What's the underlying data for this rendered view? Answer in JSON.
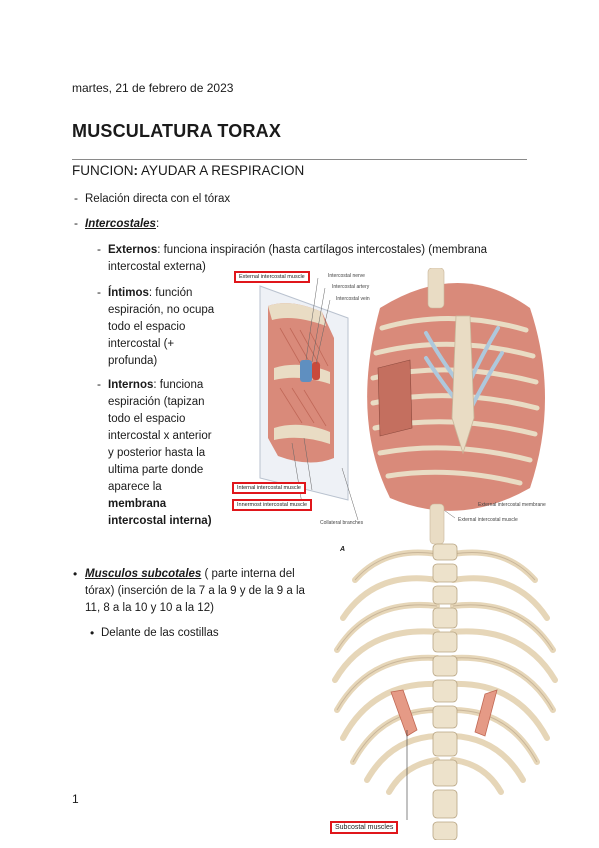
{
  "date": "martes, 21 de febrero de 2023",
  "title": "MUSCULATURA TORAX",
  "subtitle": {
    "prefix": "FUNCION",
    "colon": ":",
    "rest": " AYUDAR A RESPIRACION"
  },
  "bullets": {
    "relacion": "Relación directa con el tórax",
    "intercostales_title": "Intercostales",
    "intercostales_colon": ":",
    "externos_title": "Externos",
    "externos_text_1": ": funciona inspiración (hasta cartílagos intercostales) (membrana",
    "externos_text_2": "intercostal externa)",
    "intimos_title": "Íntimos",
    "intimos_lines": [
      ": función",
      "espiración, no ocupa",
      "todo el espacio",
      "intercostal (+",
      "profunda)"
    ],
    "internos_title": "Internos",
    "internos_lines": [
      ": funciona",
      "espiración (tapizan",
      "todo el espacio",
      "intercostal x anterior",
      "y posterior hasta la",
      "ultima parte donde",
      "aparece la"
    ],
    "internos_bold_1": "membrana",
    "internos_bold_2": "intercostal interna)",
    "subcostales_title": "Musculos subcotales",
    "subcostales_lines": [
      " ( parte interna del",
      "tórax) (inserción de la 7 a la 9 y de la 9 a la",
      "11, 8 a la 10 y 10 a la 12)"
    ],
    "delante": "Delante de las costillas"
  },
  "figure1": {
    "labels": {
      "external_intercostal_muscle": "External intercostal muscle",
      "intercostal_nerve": "Intercostal nerve",
      "intercostal_artery": "Intercostal artery",
      "intercostal_vein": "Intercostal vein",
      "internal_intercostal_muscle": "Internal intercostal muscle",
      "innermost_intercostal_muscle": "Innermost intercostal muscle",
      "collateral_branches": "Collateral branches",
      "external_intercostal_membrane": "External intercostal membrane",
      "external_intercostal_muscle_2": "External intercostal muscle",
      "panel_letter": "A"
    }
  },
  "figure2": {
    "label": "Subcostal muscles"
  },
  "page_number": "1",
  "colors": {
    "highlight_red": "#e0161b",
    "muscle": "#d98a7a",
    "bone": "#e9dcc4",
    "cartilage": "#aec8dc"
  }
}
